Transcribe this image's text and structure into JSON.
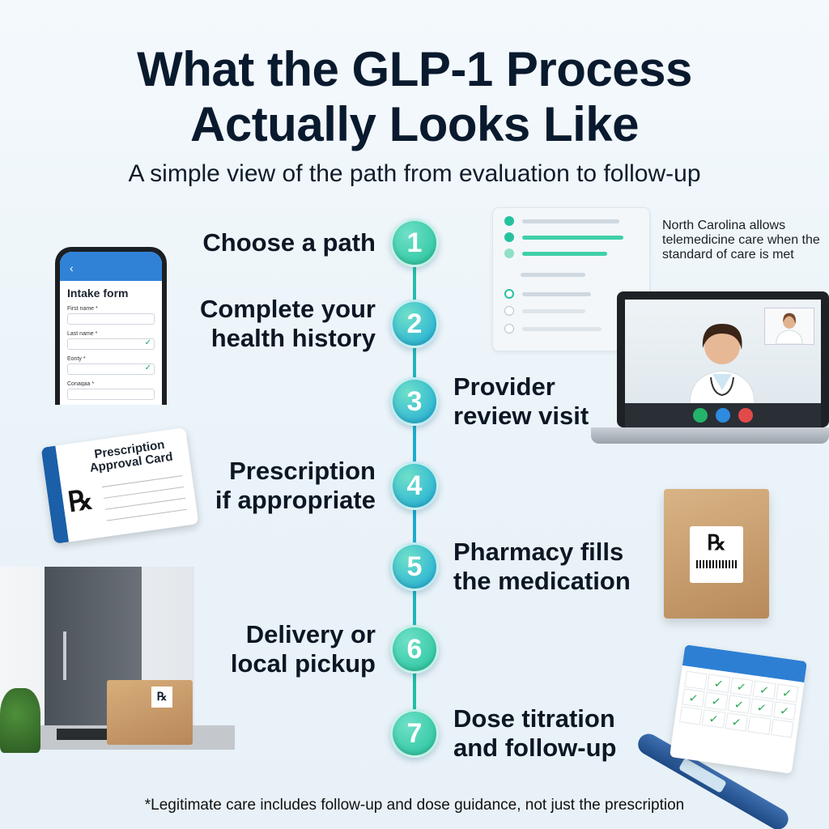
{
  "title": {
    "line1": "What the GLP-1 Process",
    "line2": "Actually Looks Like"
  },
  "subtitle": "A simple view of the path from evaluation to follow-up",
  "colors": {
    "teal": "#22c39a",
    "blue": "#1aa9d8",
    "dark_text": "#0a1a2e"
  },
  "steps": [
    {
      "number": "1",
      "label_line1": "Choose a path",
      "label_line2": "",
      "side": "left"
    },
    {
      "number": "2",
      "label_line1": "Complete your",
      "label_line2": "health history",
      "side": "left"
    },
    {
      "number": "3",
      "label_line1": "Provider",
      "label_line2": "review visit",
      "side": "right"
    },
    {
      "number": "4",
      "label_line1": "Prescription",
      "label_line2": "if appropriate",
      "side": "left"
    },
    {
      "number": "5",
      "label_line1": "Pharmacy fills",
      "label_line2": "the medication",
      "side": "right"
    },
    {
      "number": "6",
      "label_line1": "Delivery or",
      "label_line2": "local pickup",
      "side": "left"
    },
    {
      "number": "7",
      "label_line1": "Dose titration",
      "label_line2": "and follow-up",
      "side": "right"
    }
  ],
  "nc_note": "North Carolina allows telemedicine care when the standard of care is met",
  "phone": {
    "back": "‹",
    "title": "Intake form",
    "fields": [
      {
        "label": "First name *",
        "checked": false
      },
      {
        "label": "Last name *",
        "checked": true
      },
      {
        "label": "Eonty *",
        "checked": true
      },
      {
        "label": "Conaqaa *",
        "checked": false
      }
    ]
  },
  "rx_card": {
    "title_line1": "Prescription",
    "title_line2": "Approval Card",
    "symbol": "℞"
  },
  "bag": {
    "symbol": "℞"
  },
  "box": {
    "symbol": "℞"
  },
  "footnote": "*Legitimate care includes follow-up and dose guidance, not just the prescription"
}
